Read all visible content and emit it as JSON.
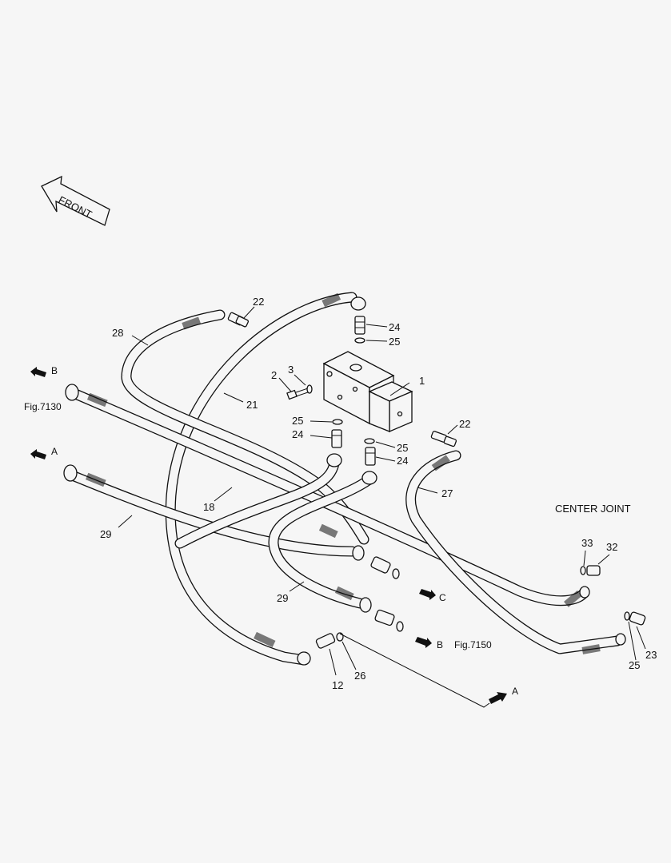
{
  "front_label": "FRONT",
  "center_joint_label": "CENTER JOINT",
  "figure_refs": {
    "fig7130": "Fig.7130",
    "fig7150": "Fig.7150"
  },
  "direction_arrows": {
    "b_left": "B",
    "a_left": "A",
    "c_right": "C",
    "b_right": "B",
    "a_bottom": "A"
  },
  "part_numbers": {
    "p1": "1",
    "p2": "2",
    "p3": "3",
    "p12": "12",
    "p18": "18",
    "p21": "21",
    "p22_top": "22",
    "p22_right": "22",
    "p23": "23",
    "p24_top": "24",
    "p24_left": "24",
    "p24_right": "24",
    "p25_top": "25",
    "p25_left": "25",
    "p25_right": "25",
    "p25_bottom": "25",
    "p26": "26",
    "p27": "27",
    "p28": "28",
    "p29_left": "29",
    "p29_center": "29",
    "p32": "32",
    "p33": "33"
  }
}
